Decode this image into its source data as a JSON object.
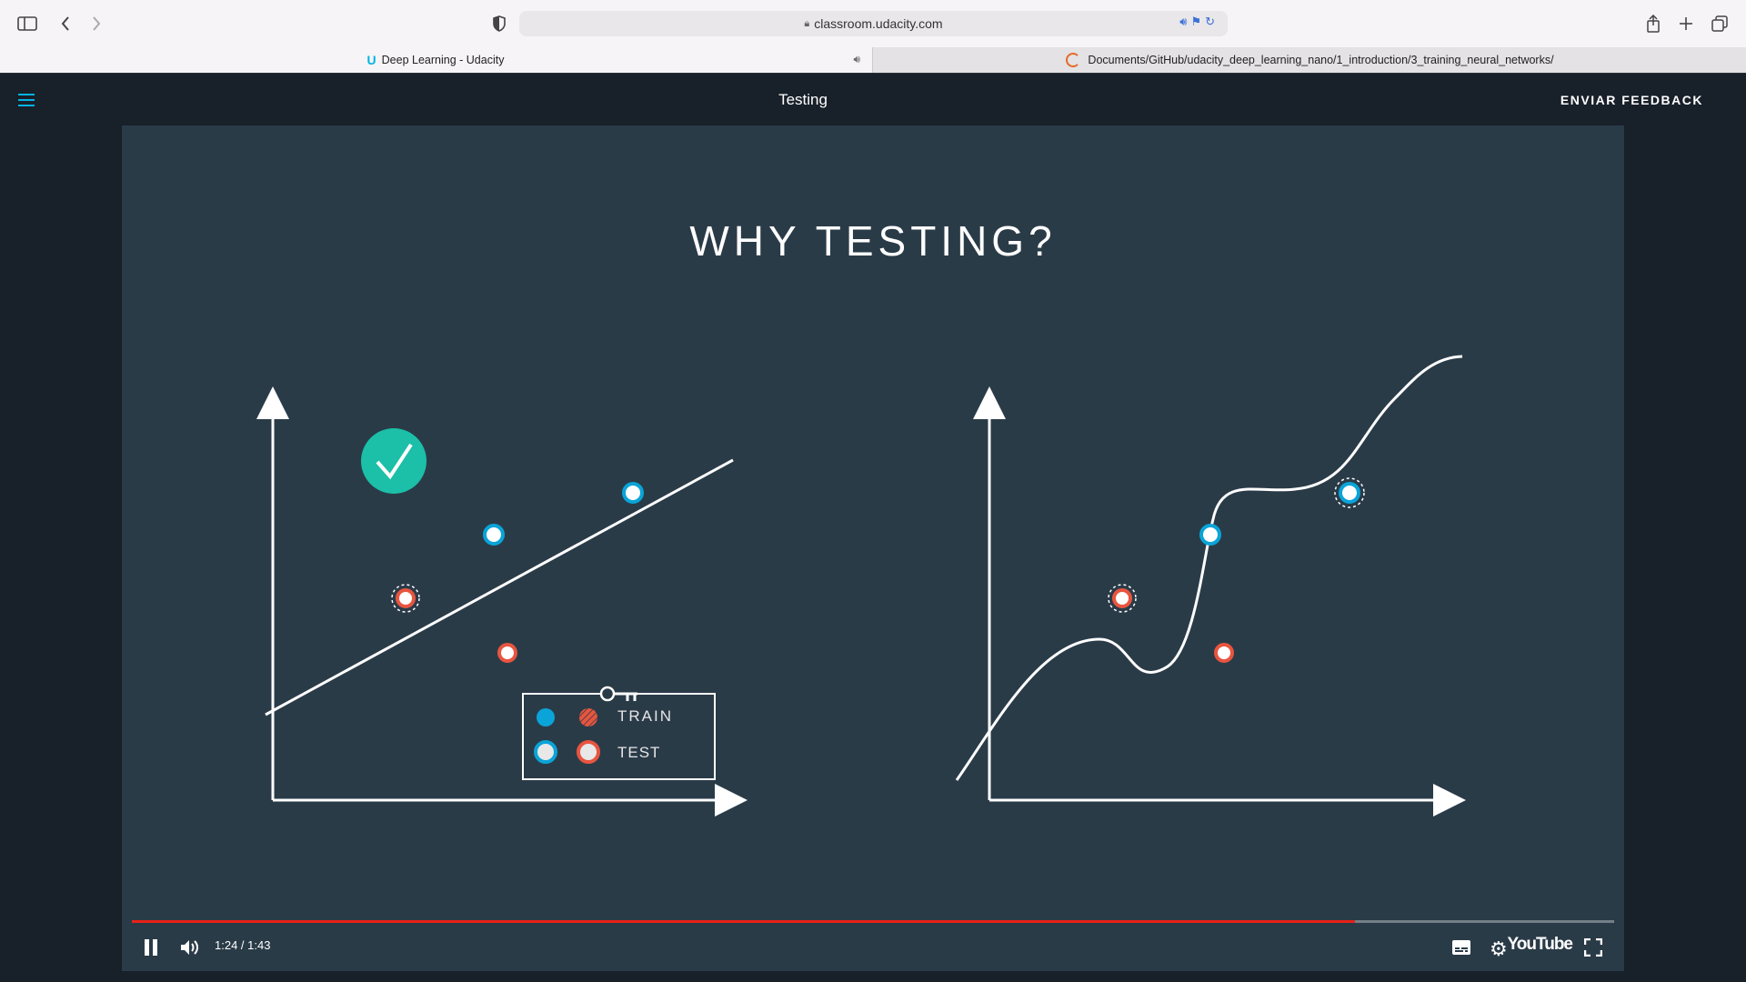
{
  "browser": {
    "url": "classroom.udacity.com",
    "tabs": [
      {
        "title": "Deep Learning - Udacity",
        "active": true
      },
      {
        "title": "Documents/GitHub/udacity_deep_learning_nano/1_introduction/3_training_neural_networks/",
        "active": false
      }
    ]
  },
  "header": {
    "title": "Testing",
    "feedback_label": "ENVIAR FEEDBACK"
  },
  "slide": {
    "title": "WHY TESTING?",
    "legend": {
      "train_label": "TRAIN",
      "test_label": "TEST"
    }
  },
  "player": {
    "time": "1:24 / 1:43",
    "progress": 0.825,
    "brand": "YouTube"
  },
  "colors": {
    "accent": "#02b3e4",
    "train_blue": "#0aa4d8",
    "train_red": "#e8553f",
    "check_green": "#1cbfa8",
    "progress_red": "#e62117"
  }
}
